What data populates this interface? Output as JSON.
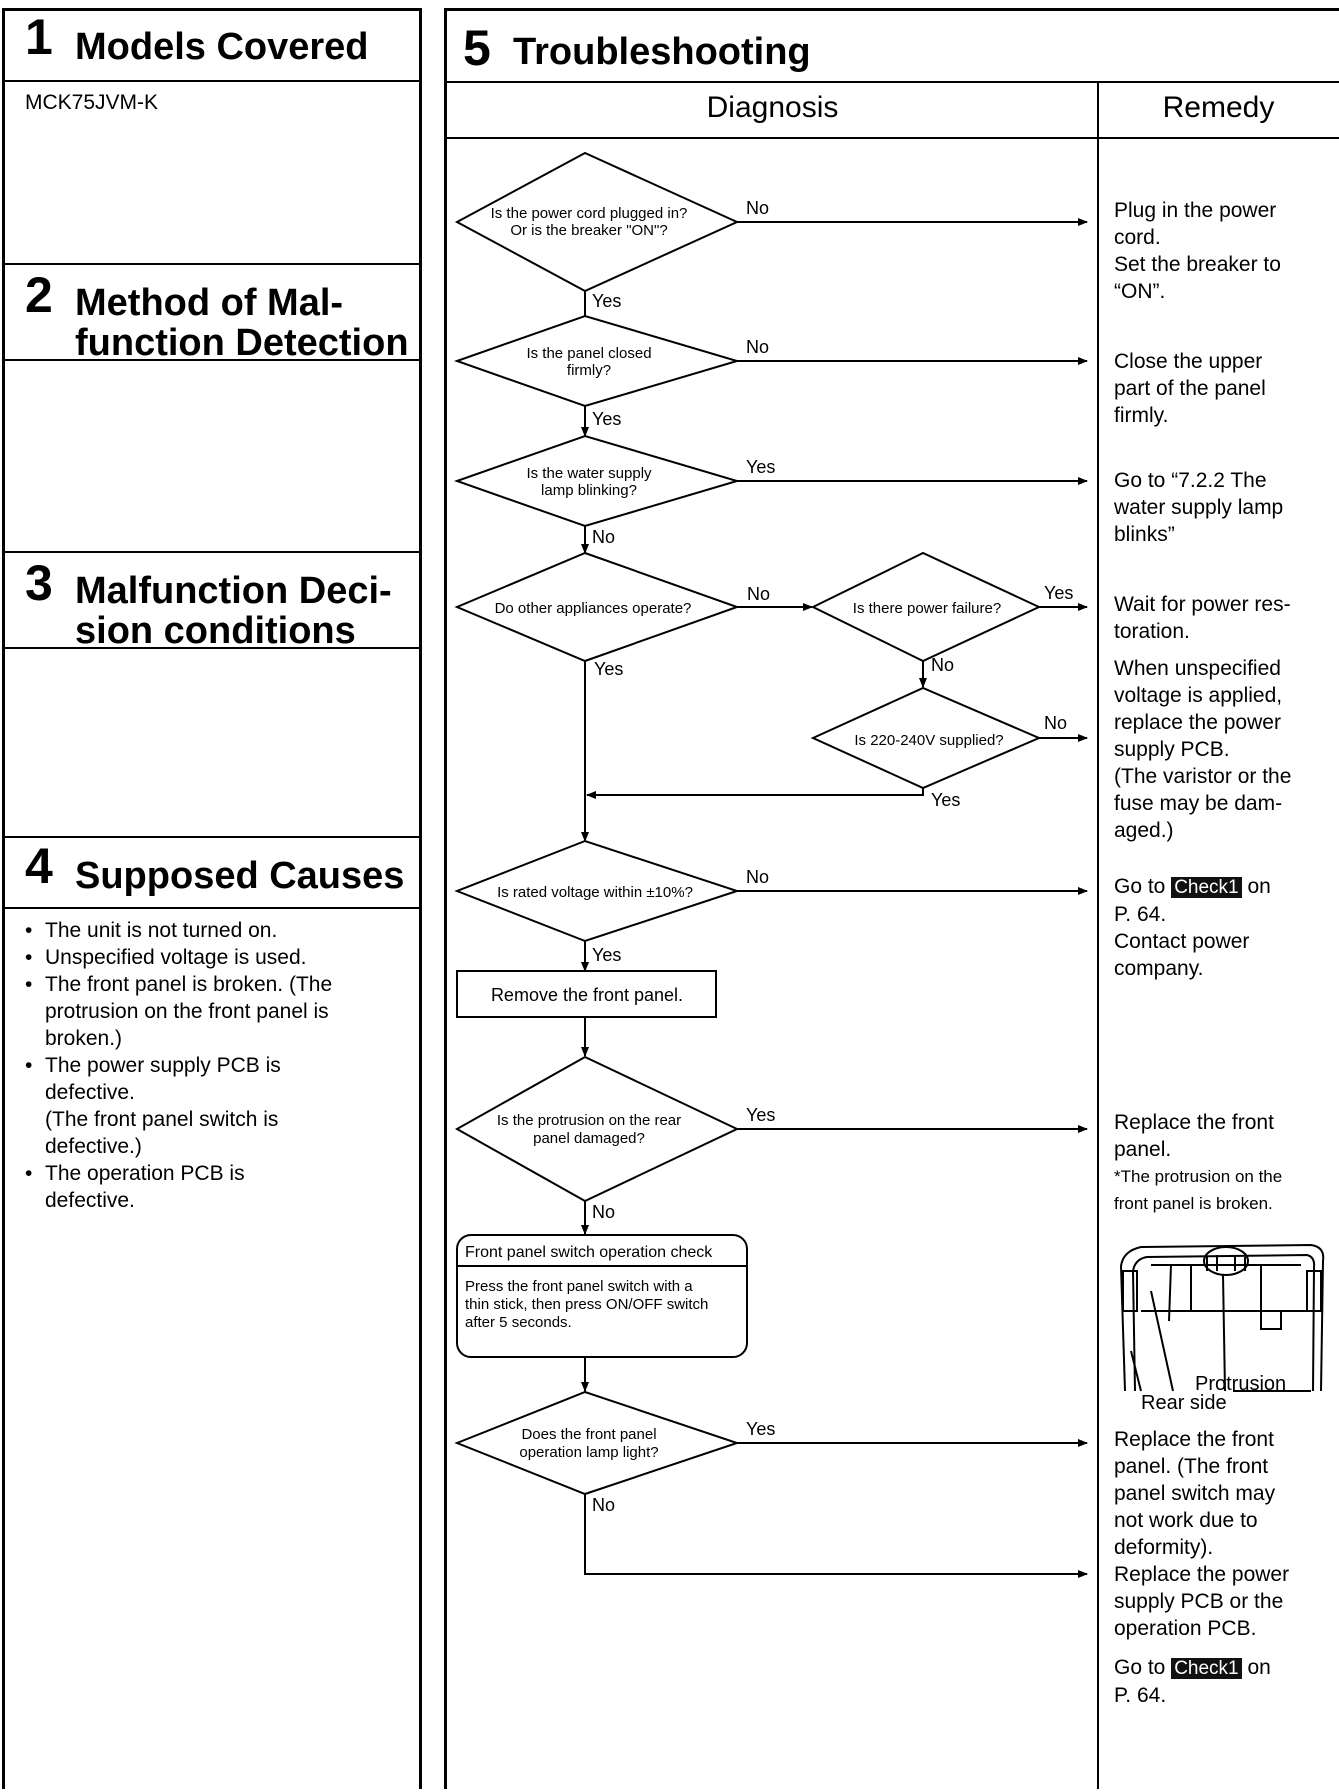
{
  "left": {
    "s1": {
      "num": "1",
      "title": "Models Covered",
      "body": "MCK75JVM-K"
    },
    "s2": {
      "num": "2",
      "title_l1": "Method of Mal-",
      "title_l2": "function Detection"
    },
    "s3": {
      "num": "3",
      "title_l1": "Malfunction Deci-",
      "title_l2": "sion conditions"
    },
    "s4": {
      "num": "4",
      "title": "Supposed Causes",
      "causes": [
        [
          "The unit is not turned on."
        ],
        [
          "Unspecified voltage is used."
        ],
        [
          "The front panel is broken. (The",
          "protrusion on the front panel is",
          "broken.)"
        ],
        [
          "The power supply PCB is",
          "defective.",
          "(The front panel switch is",
          "defective.)"
        ],
        [
          "The operation PCB is",
          "defective."
        ]
      ]
    }
  },
  "right": {
    "num": "5",
    "title": "Troubleshooting",
    "diagnosis_header": "Diagnosis",
    "remedy_header": "Remedy"
  },
  "flow": {
    "d1": [
      "Is the power cord plugged in?",
      "Or is the breaker \"ON\"?"
    ],
    "d2": [
      "Is the panel closed",
      "firmly?"
    ],
    "d3": [
      "Is the water supply",
      "lamp blinking?"
    ],
    "d4": [
      "Do other appliances operate?"
    ],
    "d5": [
      "Is there power failure?"
    ],
    "d6": [
      "Is 220-240V supplied?"
    ],
    "d7": [
      "Is rated voltage within ±10%?"
    ],
    "box1": "Remove the front panel.",
    "d8": [
      "Is the protrusion on the rear",
      "panel damaged?"
    ],
    "check_title": "Front panel switch operation check",
    "check_body": [
      "Press the front panel switch with a",
      "thin stick, then press ON/OFF switch",
      "after 5 seconds."
    ],
    "d9": [
      "Does the front panel",
      "operation lamp light?"
    ],
    "yes": "Yes",
    "no": "No"
  },
  "remedies": {
    "r1": [
      "Plug in the power",
      "cord.",
      "Set the breaker to",
      "“ON”."
    ],
    "r2": [
      "Close the upper",
      "part of the panel",
      "firmly."
    ],
    "r3": [
      "Go to “7.2.2 The",
      "water supply lamp",
      "blinks”"
    ],
    "r4": [
      "Wait for power res-",
      "toration."
    ],
    "r5": [
      "When unspecified",
      "voltage is applied,",
      "replace the power",
      "supply PCB.",
      "(The varistor or the",
      "fuse may be dam-",
      "aged.)"
    ],
    "r6_pre": "Go to ",
    "check_label": "Check1",
    "r6_post": " on",
    "r6_page": "P. 64.",
    "r6b": [
      "Contact power",
      "company."
    ],
    "r7": [
      "Replace the front",
      "panel."
    ],
    "r7_note": [
      "*The protrusion on the",
      "front panel is broken."
    ],
    "fig_protrusion": "Protrusion",
    "fig_rear": "Rear side",
    "r8": [
      "Replace the front",
      "panel. (The front",
      "panel switch may",
      "not work due to",
      "deformity).",
      "Replace the power",
      "supply PCB or the",
      "operation PCB."
    ],
    "r9_pre": "Go to ",
    "r9_post": " on",
    "r9_page": "P. 64."
  }
}
